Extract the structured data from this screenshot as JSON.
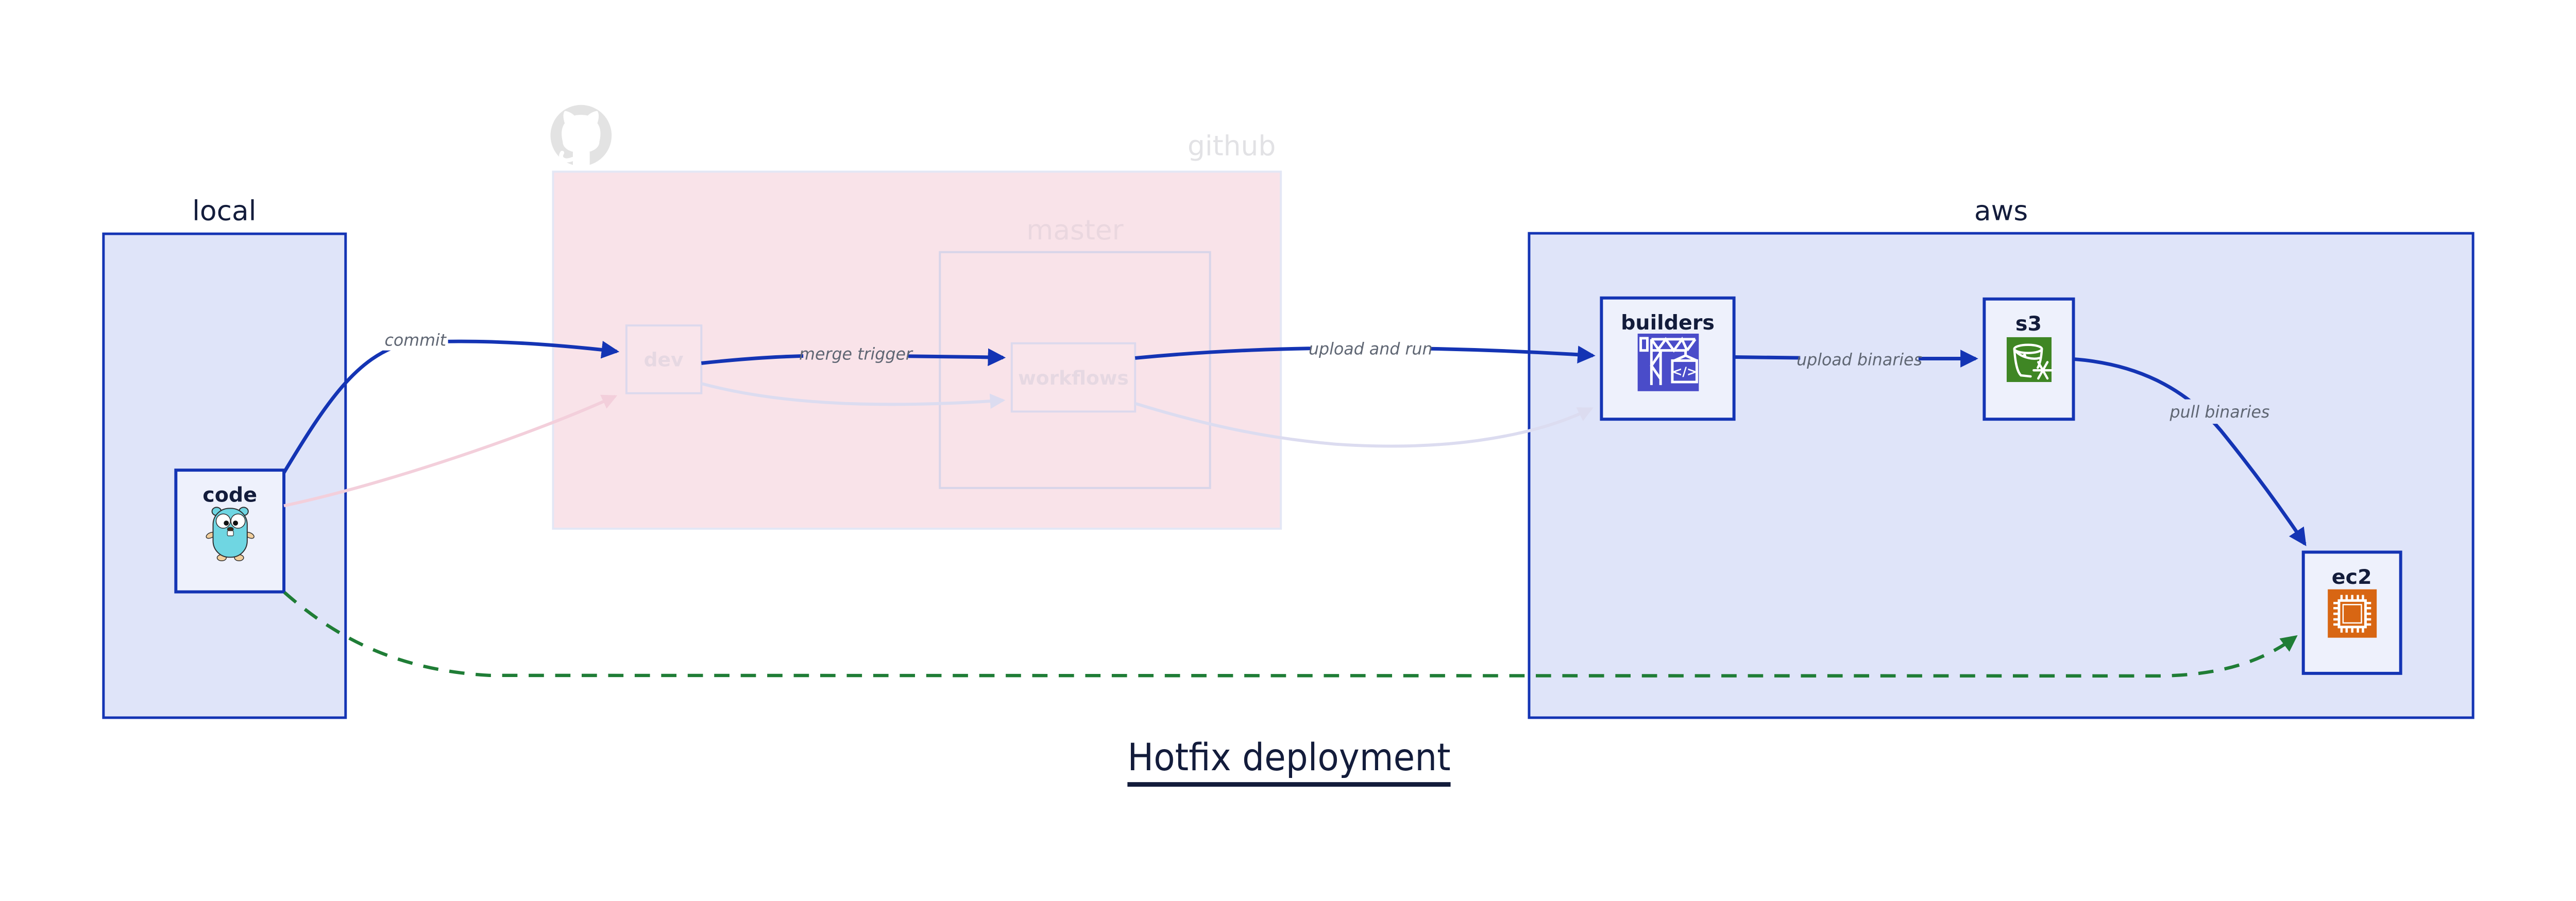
{
  "diagram": {
    "title": "Hotfix deployment",
    "code_glyph": "</>"
  },
  "groups": {
    "local": {
      "label": "local"
    },
    "github": {
      "label": "github",
      "master": {
        "label": "master"
      }
    },
    "aws": {
      "label": "aws"
    }
  },
  "nodes": {
    "code": {
      "label": "code",
      "icon": "go-gopher-icon"
    },
    "dev": {
      "label": "dev"
    },
    "workflows": {
      "label": "workflows"
    },
    "builders": {
      "label": "builders",
      "icon": "codebuild-crane-icon"
    },
    "s3": {
      "label": "s3",
      "icon": "s3-glacier-bucket-icon"
    },
    "ec2": {
      "label": "ec2",
      "icon": "ec2-chip-icon"
    }
  },
  "edges": {
    "commit": {
      "label": "commit",
      "style": "solid"
    },
    "merge_trigger": {
      "label": "merge trigger",
      "style": "solid"
    },
    "upload_and_run": {
      "label": "upload and run",
      "style": "solid"
    },
    "upload_binaries": {
      "label": "upload binaries",
      "style": "solid"
    },
    "pull_binaries": {
      "label": "pull binaries",
      "style": "solid"
    },
    "hotfix_path": {
      "style": "dashed"
    }
  },
  "colors": {
    "accent_blue": "#1434b4",
    "box_fill_blue": "#dfe4f9",
    "node_fill": "#eef1fc",
    "github_pink": "#f9e3e9",
    "faded_lavender_edge": "#dcdcf0",
    "faded_pink_edge": "#f3cfdb",
    "hotfix_green": "#1f7d36",
    "codebuild_indigo": "#4a4cc9",
    "s3_green": "#3f8624",
    "ec2_orange": "#d86613",
    "text_dark": "#131c3b",
    "edge_label_gray": "#5f6673"
  }
}
